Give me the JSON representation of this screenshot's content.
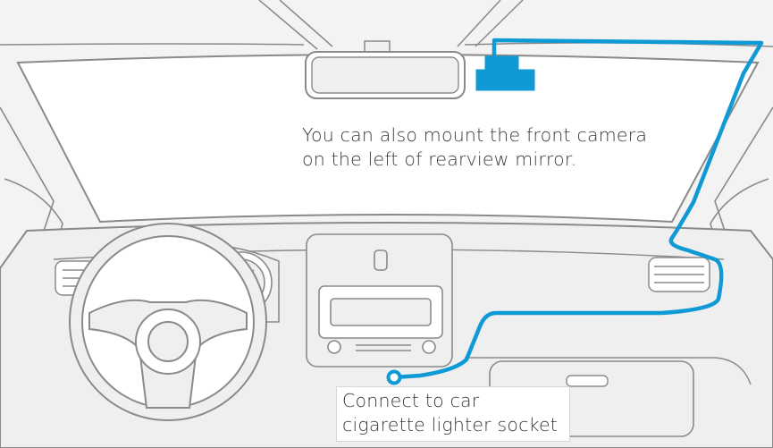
{
  "colors": {
    "cable": "#0f9ad6",
    "outline": "#8a8a8a",
    "fill": "#efefef",
    "text": "#3a3a3a"
  },
  "labels": {
    "front_camera_note": [
      "You can also mount the front camera",
      "on the left of rearview mirror."
    ],
    "socket_note": [
      "Connect to car",
      "cigarette lighter socket"
    ]
  },
  "icons": [
    "dash-camera-icon",
    "steering-wheel-icon",
    "power-socket-icon"
  ]
}
